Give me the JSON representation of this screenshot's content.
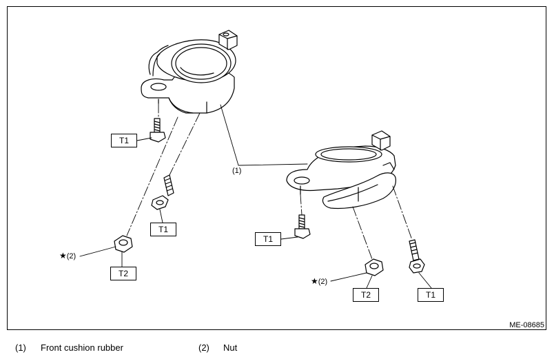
{
  "callouts": {
    "rubber_ref": "(1)",
    "nut_ref_left": "(2)",
    "nut_ref_right": "(2)",
    "star_symbol": "★"
  },
  "torque_tags": {
    "t1_left_upper": "T1",
    "t1_left_lower": "T1",
    "t2_left": "T2",
    "t1_right_upper": "T1",
    "t2_right": "T2",
    "t1_right_lower": "T1"
  },
  "figure_code": "ME-08685",
  "legend": [
    {
      "ref": "(1)",
      "text": "Front cushion rubber"
    },
    {
      "ref": "(2)",
      "text": "Nut"
    }
  ]
}
